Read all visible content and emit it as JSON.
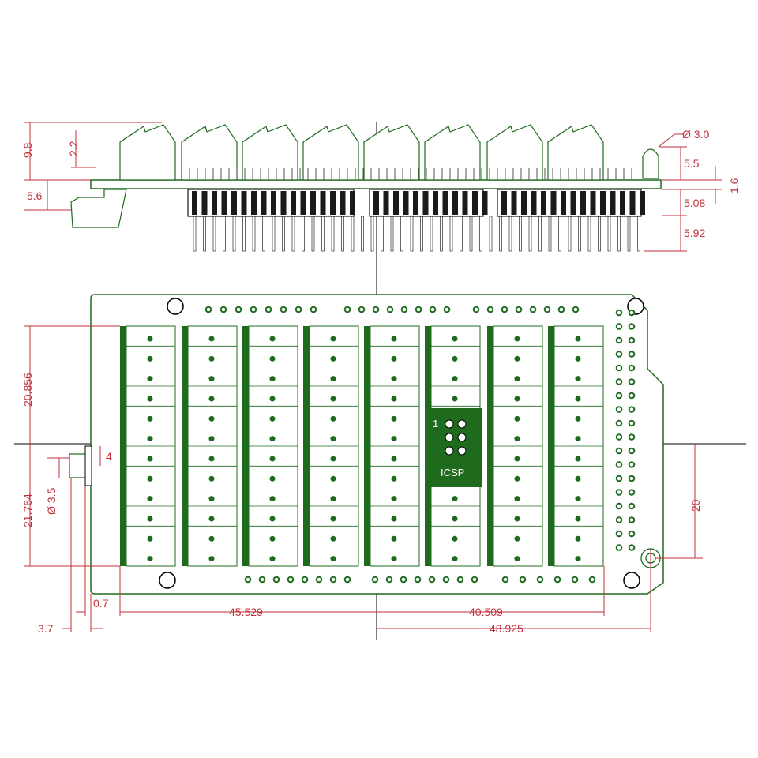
{
  "diagram": {
    "colors": {
      "board_outline": "#1e6b1e",
      "terminal_fill": "#ffffff",
      "terminal_stroke": "#1e6b1e",
      "pad": "#1e6b1e",
      "dimension": "#c0303a",
      "crosshair": "#000000",
      "header": "#1a1a1a"
    },
    "icsp_label": "ICSP",
    "icsp_pin1": "1",
    "dimensions": {
      "phi_3_0": "Ø 3.0",
      "d_9_8": "9.8",
      "d_2_2": "2.2",
      "d_5_6": "5.6",
      "d_5_5": "5.5",
      "d_1_6": "1.6",
      "d_5_08": "5.08",
      "d_5_92": "5.92",
      "d_20_856": "20.856",
      "d_21_764": "21.764",
      "d_4": "4",
      "phi_3_5": "Ø 3.5",
      "d_20": "20",
      "d_0_7": "0.7",
      "d_3_7": "3.7",
      "d_45_529": "45.529",
      "d_40_509": "40.509",
      "d_48_925": "48.925"
    }
  }
}
